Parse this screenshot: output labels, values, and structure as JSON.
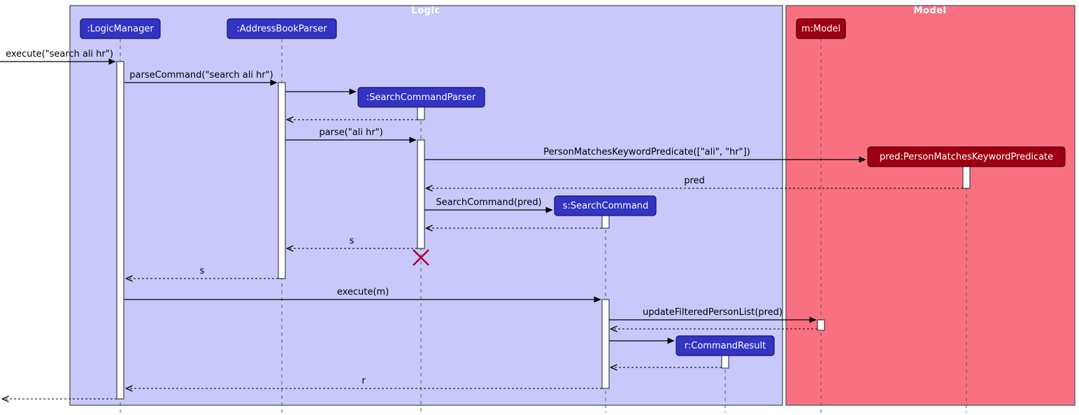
{
  "diagram_type": "uml-sequence-diagram",
  "colors": {
    "logic_frame_fill": "#C8C8FA",
    "logic_participant_fill": "#3333C4",
    "model_frame_fill": "#F97181",
    "model_participant_fill": "#9D0012",
    "participant_text": "#FFFFFF",
    "message_text": "#000000",
    "destroy_cross": "#A80036",
    "activation_fill": "#FFFFFF"
  },
  "frames": [
    {
      "title": "Logic"
    },
    {
      "title": "Model"
    }
  ],
  "participants": [
    {
      "id": "logic-manager",
      "label": ":LogicManager",
      "frame": "Logic"
    },
    {
      "id": "address-book-parser",
      "label": ":AddressBookParser",
      "frame": "Logic"
    },
    {
      "id": "search-command-parser",
      "label": ":SearchCommandParser",
      "frame": "Logic"
    },
    {
      "id": "search-command",
      "label": "s:SearchCommand",
      "frame": "Logic"
    },
    {
      "id": "command-result",
      "label": "r:CommandResult",
      "frame": "Logic"
    },
    {
      "id": "model",
      "label": "m:Model",
      "frame": "Model"
    },
    {
      "id": "predicate",
      "label": "pred:PersonMatchesKeywordPredicate",
      "frame": "Model"
    }
  ],
  "messages": [
    {
      "type": "call",
      "from": "caller",
      "to": ":LogicManager",
      "label": "execute(\"search ali hr\")"
    },
    {
      "type": "call",
      "from": ":LogicManager",
      "to": ":AddressBookParser",
      "label": "parseCommand(\"search ali hr\")"
    },
    {
      "type": "create",
      "from": ":AddressBookParser",
      "to": ":SearchCommandParser",
      "label": ""
    },
    {
      "type": "return",
      "from": ":SearchCommandParser",
      "to": ":AddressBookParser",
      "label": ""
    },
    {
      "type": "call",
      "from": ":AddressBookParser",
      "to": ":SearchCommandParser",
      "label": "parse(\"ali hr\")"
    },
    {
      "type": "create",
      "from": ":SearchCommandParser",
      "to": "pred:PersonMatchesKeywordPredicate",
      "label": "PersonMatchesKeywordPredicate([\"ali\", \"hr\"])"
    },
    {
      "type": "return",
      "from": "pred:PersonMatchesKeywordPredicate",
      "to": ":SearchCommandParser",
      "label": "pred"
    },
    {
      "type": "create",
      "from": ":SearchCommandParser",
      "to": "s:SearchCommand",
      "label": "SearchCommand(pred)"
    },
    {
      "type": "return",
      "from": "s:SearchCommand",
      "to": ":SearchCommandParser",
      "label": ""
    },
    {
      "type": "return",
      "from": ":SearchCommandParser",
      "to": ":AddressBookParser",
      "label": "s"
    },
    {
      "type": "destroy",
      "target": ":SearchCommandParser",
      "label": ""
    },
    {
      "type": "return",
      "from": ":AddressBookParser",
      "to": ":LogicManager",
      "label": "s"
    },
    {
      "type": "call",
      "from": ":LogicManager",
      "to": "s:SearchCommand",
      "label": "execute(m)"
    },
    {
      "type": "call",
      "from": "s:SearchCommand",
      "to": "m:Model",
      "label": "updateFilteredPersonList(pred)"
    },
    {
      "type": "return",
      "from": "m:Model",
      "to": "s:SearchCommand",
      "label": ""
    },
    {
      "type": "create",
      "from": "s:SearchCommand",
      "to": "r:CommandResult",
      "label": ""
    },
    {
      "type": "return",
      "from": "r:CommandResult",
      "to": "s:SearchCommand",
      "label": ""
    },
    {
      "type": "return",
      "from": "s:SearchCommand",
      "to": ":LogicManager",
      "label": "r"
    },
    {
      "type": "return",
      "from": ":LogicManager",
      "to": "caller",
      "label": ""
    }
  ]
}
